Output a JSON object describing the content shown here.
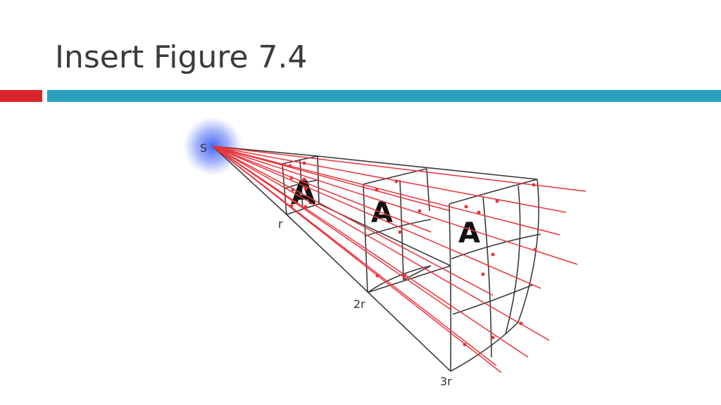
{
  "slide": {
    "title": "Insert Figure 7.4"
  },
  "colors": {
    "title": "#3b3b3b",
    "accent_red": "#d9262c",
    "accent_blue": "#2aa0be",
    "rays": "#e8333a",
    "outline": "#3a3a3a",
    "source_glow": "#4a6cf0"
  },
  "figure": {
    "source_label": "S",
    "distance_labels": [
      "r",
      "2r",
      "3r"
    ],
    "panel_letter": "A"
  }
}
